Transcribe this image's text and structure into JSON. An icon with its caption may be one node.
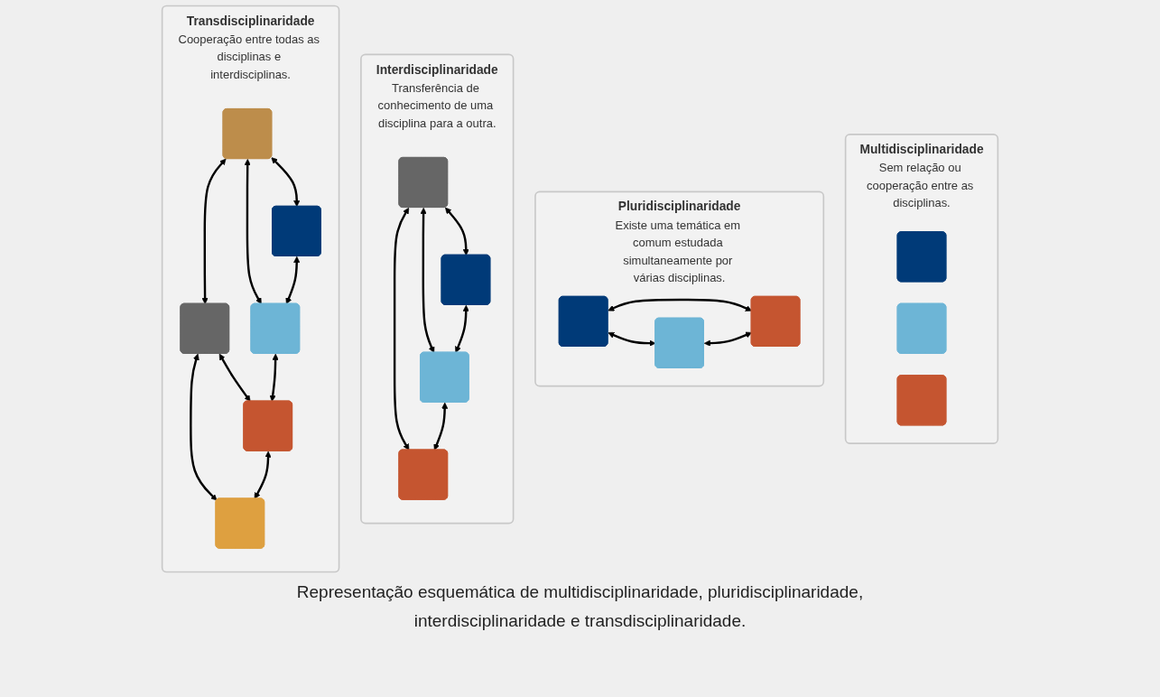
{
  "diagram": {
    "caption": "Representação esquemática de multidisciplinaridade, pluridisciplinaridade, interdisciplinaridade e transdisciplinaridade.",
    "nodes": [
      {
        "text": [
          "Multidisciplinaridade",
          "Sem relação ou cooperação entre as disciplinas."
        ]
      },
      {
        "text": [],
        "shape": "box",
        "in": 0
      },
      {
        "text": [],
        "shape": "box",
        "in": 0
      },
      {
        "text": [],
        "shape": "box",
        "in": 0
      },
      {
        "text": [
          "Pluridisciplinaridade",
          "Existe uma temática em comum estudada simultaneamente por várias disciplinas."
        ]
      },
      {
        "text": [],
        "shape": "box",
        "in": 4
      },
      {
        "text": [],
        "shape": "box",
        "in": 4
      },
      {
        "text": [],
        "shape": "box",
        "in": 4
      },
      {
        "text": [
          "Interdisciplinaridade",
          "Transferência de conhecimento de uma disciplina para a outra."
        ]
      },
      {
        "text": [],
        "shape": "box",
        "in": 8
      },
      {
        "text": [],
        "shape": "box",
        "in": 8
      },
      {
        "text": [],
        "shape": "box",
        "in": 8
      },
      {
        "text": [],
        "shape": "box",
        "in": 8
      },
      {
        "text": [
          "Transdisciplinaridade",
          "Cooperação entre todas as disciplinas e interdisciplinas."
        ]
      },
      {
        "text": [],
        "shape": "box",
        "in": 13
      },
      {
        "text": [],
        "shape": "box",
        "in": 13
      },
      {
        "text": [],
        "shape": "box",
        "in": 13
      },
      {
        "text": [],
        "shape": "box",
        "in": 13
      },
      {
        "text": [],
        "shape": "box",
        "in": 13
      },
      {
        "text": [],
        "shape": "box",
        "in": 13
      }
    ],
    "edges": [
      {
        "from": 5,
        "to": 7,
        "arrow": "both"
      },
      {
        "from": 5,
        "to": 6,
        "arrow": "both"
      },
      {
        "from": 6,
        "to": 7,
        "arrow": "both"
      },
      {
        "from": 9,
        "to": 10,
        "arrow": "both"
      },
      {
        "from": 9,
        "to": 11,
        "arrow": "both"
      },
      {
        "from": 9,
        "to": 12,
        "arrow": "both"
      },
      {
        "from": 10,
        "to": 11,
        "arrow": "both"
      },
      {
        "from": 11,
        "to": 12,
        "arrow": "both"
      },
      {
        "from": 14,
        "to": 15,
        "arrow": "both"
      },
      {
        "from": 14,
        "to": 16,
        "arrow": "both"
      },
      {
        "from": 14,
        "to": 17,
        "arrow": "both"
      },
      {
        "from": 15,
        "to": 18,
        "arrow": "both"
      },
      {
        "from": 15,
        "to": 19,
        "arrow": "both"
      },
      {
        "from": 16,
        "to": 17,
        "arrow": "both"
      },
      {
        "from": 17,
        "to": 18,
        "arrow": "both"
      },
      {
        "from": 18,
        "to": 19,
        "arrow": "both"
      }
    ]
  }
}
